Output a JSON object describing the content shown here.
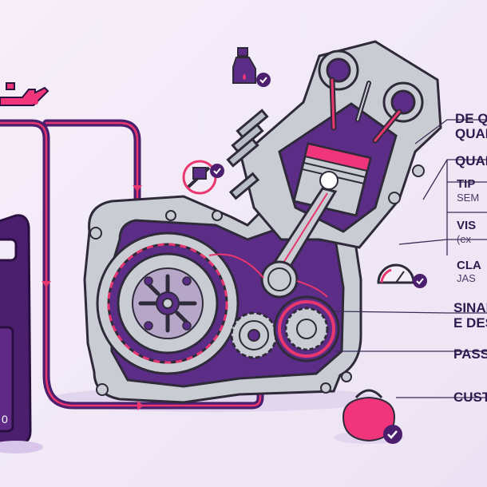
{
  "labels": {
    "l1a": "DE QU",
    "l1b": "QUAN",
    "l2": "QUAL",
    "l3a": "TIP",
    "l3b": "SEM",
    "l4a": "VIS",
    "l4b": "(ex",
    "l5a": "CLA",
    "l5b": "JAS",
    "l6a": "SINAI",
    "l6b": "E DES",
    "l7": "PASSO",
    "l8": "CUSTO"
  },
  "jug_text": "0",
  "colors": {
    "background": "#f1eaf7",
    "purple_dark": "#4b1f6e",
    "magenta": "#e8366e",
    "pink": "#f0357a",
    "metal": "#c9ccd2",
    "metal_dark": "#2f2a3a"
  }
}
